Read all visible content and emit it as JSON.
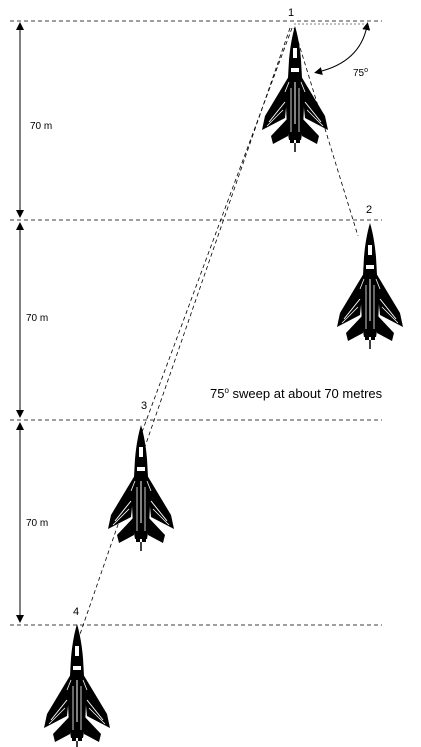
{
  "positions": [
    {
      "number": "1"
    },
    {
      "number": "2"
    },
    {
      "number": "3"
    },
    {
      "number": "4"
    }
  ],
  "distances": [
    "70 m",
    "70 m",
    "70 m"
  ],
  "angle": {
    "value": "75",
    "unit": "o"
  },
  "caption": {
    "value": "75",
    "unit": "o",
    "text": " sweep at about 70 metres"
  },
  "colors": {
    "ink": "#000000",
    "background": "#ffffff"
  }
}
